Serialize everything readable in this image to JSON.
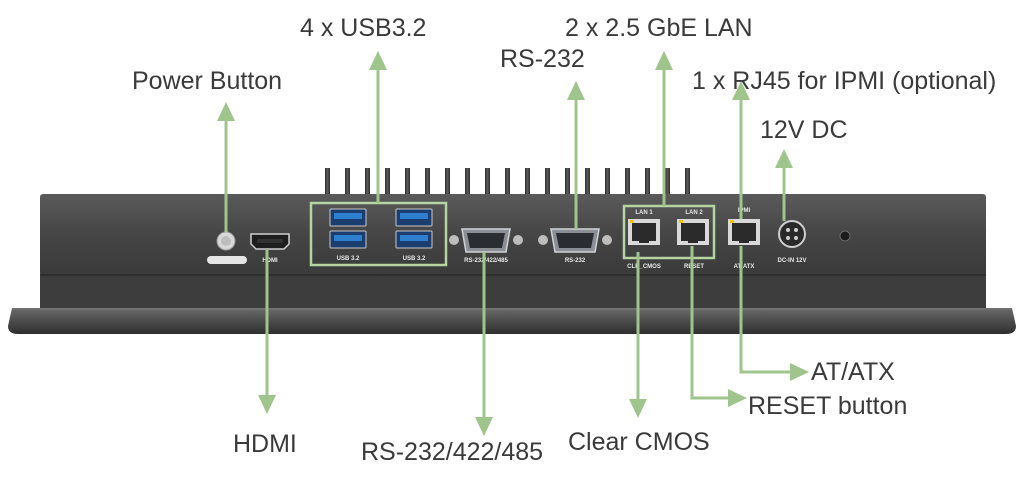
{
  "callouts": {
    "usb": "4 x USB3.2",
    "lan": "2 x 2.5 GbE LAN",
    "rs232": "RS-232",
    "power_button": "Power Button",
    "ipmi": "1 x RJ45 for IPMI (optional)",
    "dc_in": "12V DC",
    "at_atx": "AT/ATX",
    "reset": "RESET button",
    "hdmi": "HDMI",
    "rs232_422_485": "RS-232/422/485",
    "clear_cmos": "Clear CMOS"
  },
  "port_labels": {
    "usb_left": "USB 3.2",
    "usb_right": "USB 3.2",
    "hdmi": "HDMI",
    "com1": "RS-232/422/485",
    "com2": "RS-232",
    "lan1": "LAN 1",
    "lan2": "LAN 2",
    "ipmi": "IPMI",
    "clear_cmos": "CLR_CMOS",
    "reset": "RESET",
    "at_atx": "AT/ATX",
    "dc_in": "DC-IN 12V"
  },
  "colors": {
    "arrow": "#9fc48c",
    "highlight_box": "#b5d4a2",
    "chassis": "#4a4a4a",
    "text": "#3a3a3a",
    "usb_blue": "#2f7fd0"
  }
}
